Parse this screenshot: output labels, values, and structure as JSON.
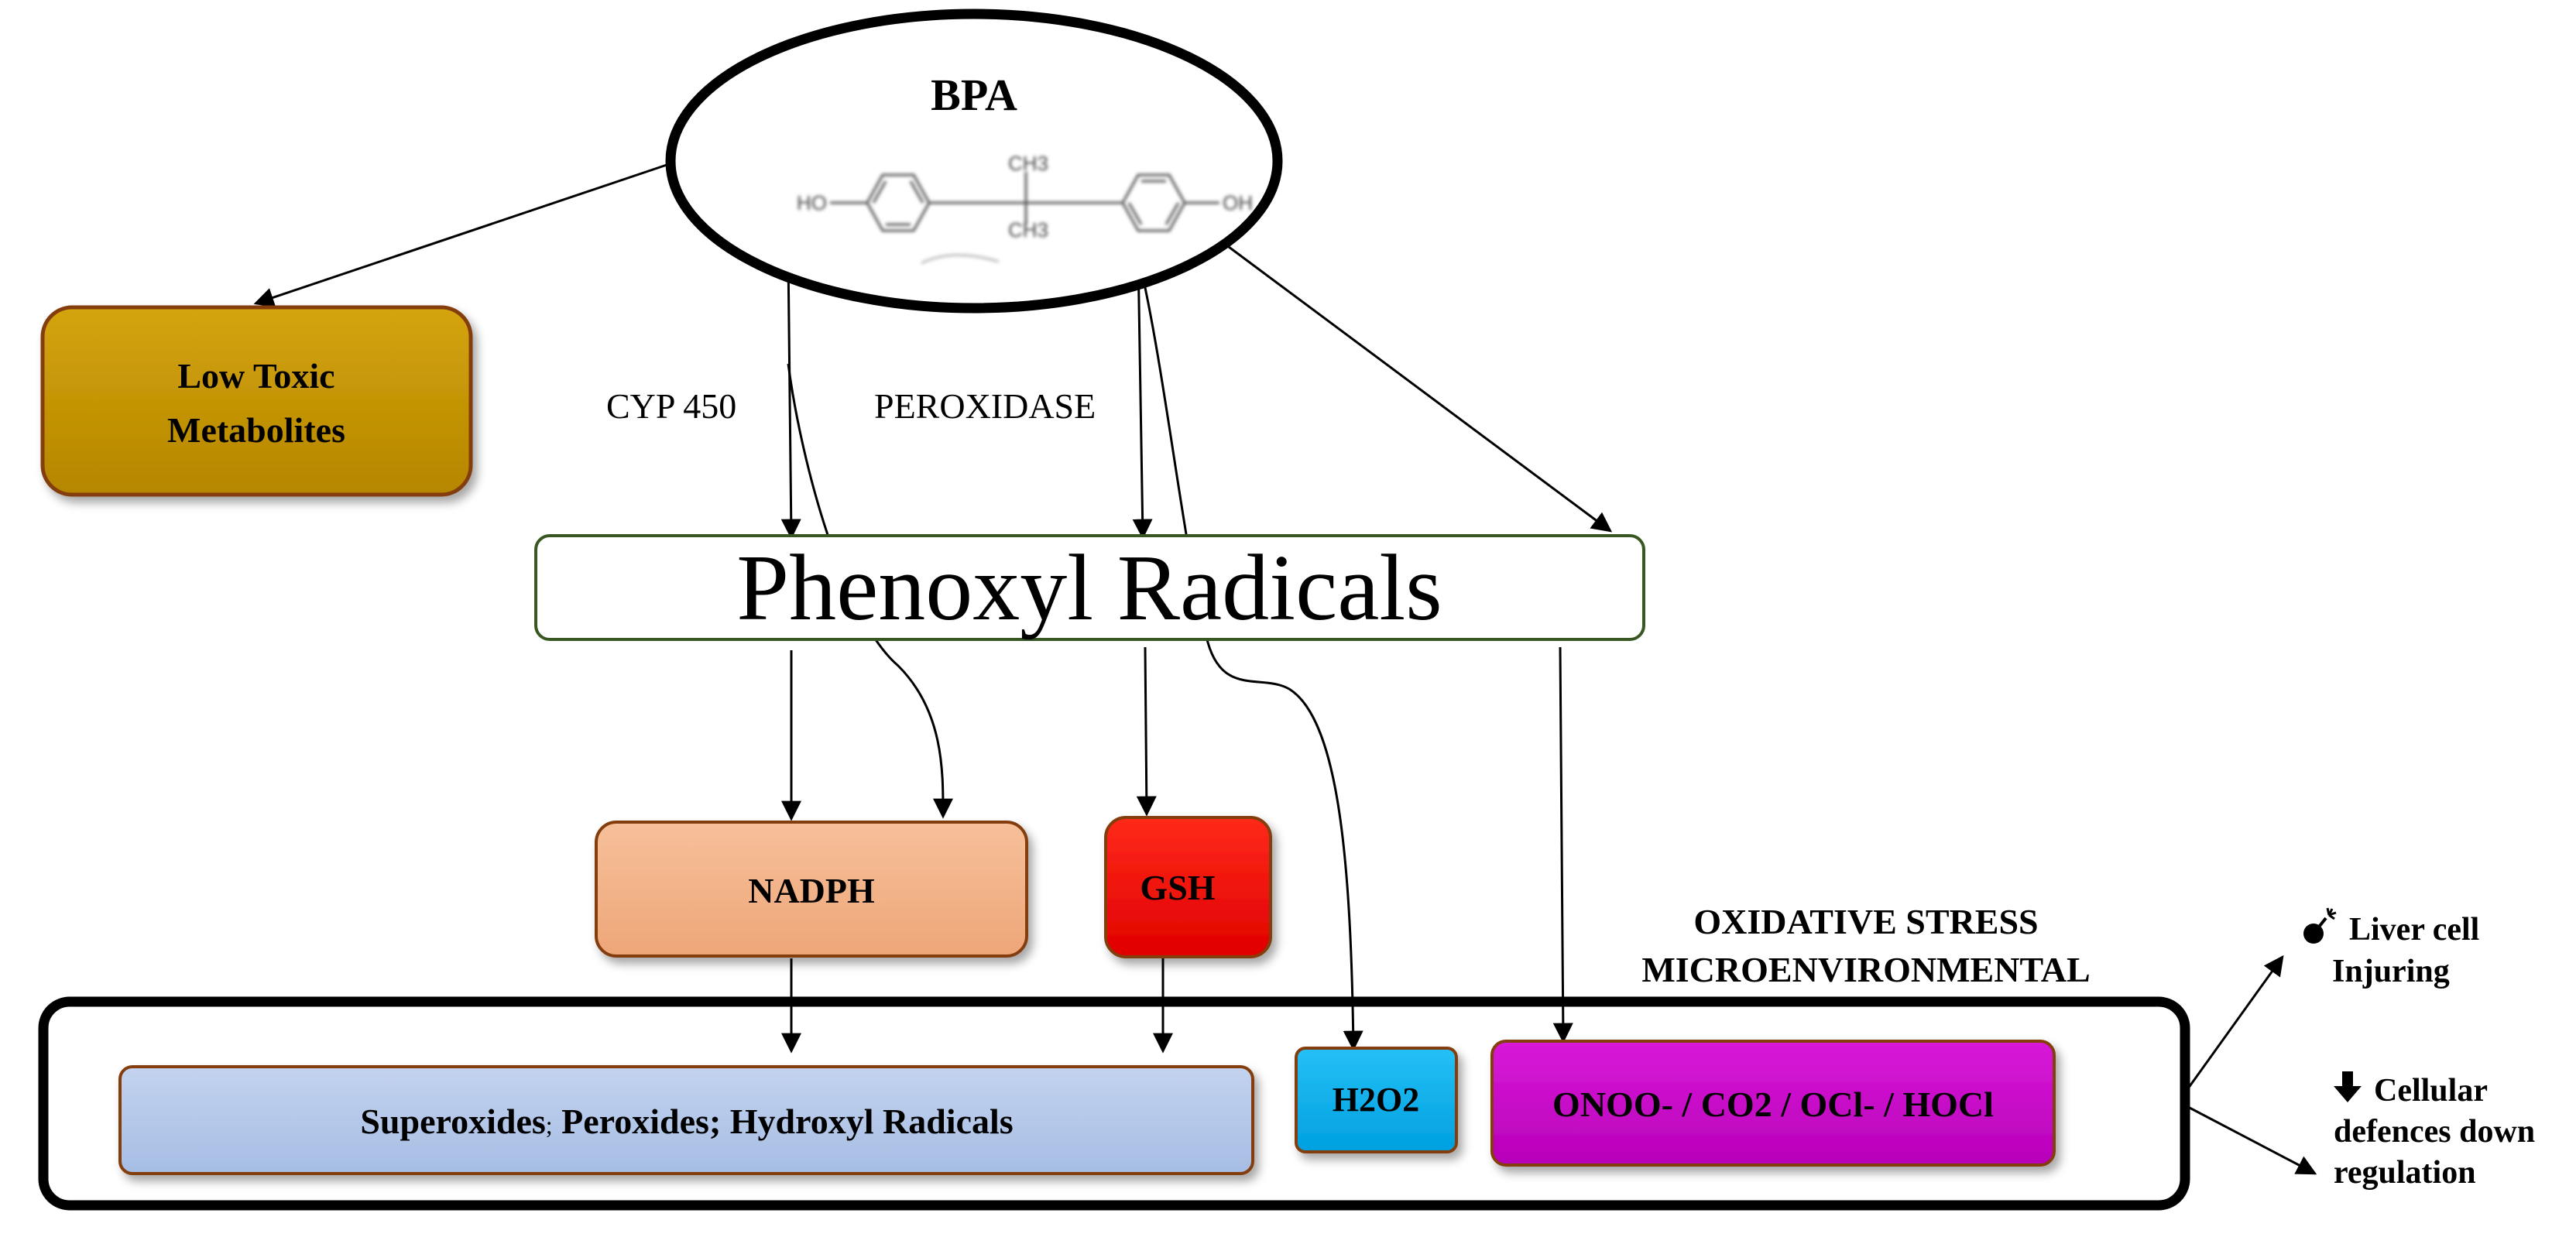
{
  "bpa": {
    "title": "BPA",
    "structure": {
      "ho": "HO",
      "oh": "OH",
      "ch3_top": "CH3",
      "ch3_bottom": "CH3"
    }
  },
  "nodes": {
    "low_toxic_line1": "Low Toxic",
    "low_toxic_line2": "Metabolites",
    "phenoxyl": "Phenoxyl Radicals",
    "nadph": "NADPH",
    "gsh": "GSH",
    "superoxides_a": "Superoxides",
    "superoxides_sep": ";",
    "superoxides_b": " Peroxides; Hydroxyl Radicals",
    "h2o2": "H2O2",
    "onoo": "ONOO- / CO2 / OCl- / HOCl"
  },
  "enzymes": {
    "cyp": "CYP 450",
    "peroxidase": "PEROXIDASE"
  },
  "stress": {
    "line1": "OXIDATIVE STRESS",
    "line2": "MICROENVIRONMENTAL"
  },
  "outcomes": {
    "liver_line1": "Liver cell",
    "liver_line2": "Injuring",
    "defence_line1": "Cellular",
    "defence_line2": "defences down",
    "defence_line3": "regulation"
  },
  "colors": {
    "low_toxic": "#bf9000",
    "nadph": "#f4b183",
    "gsh": "#ff0000",
    "superoxides": "#b4c7e7",
    "h2o2": "#00b0f0",
    "onoo": "#cc00cc",
    "border_brown": "#843c0c",
    "border_green": "#385723"
  },
  "icons": {
    "liver": "bomb-icon",
    "defence": "down-arrow-icon"
  }
}
